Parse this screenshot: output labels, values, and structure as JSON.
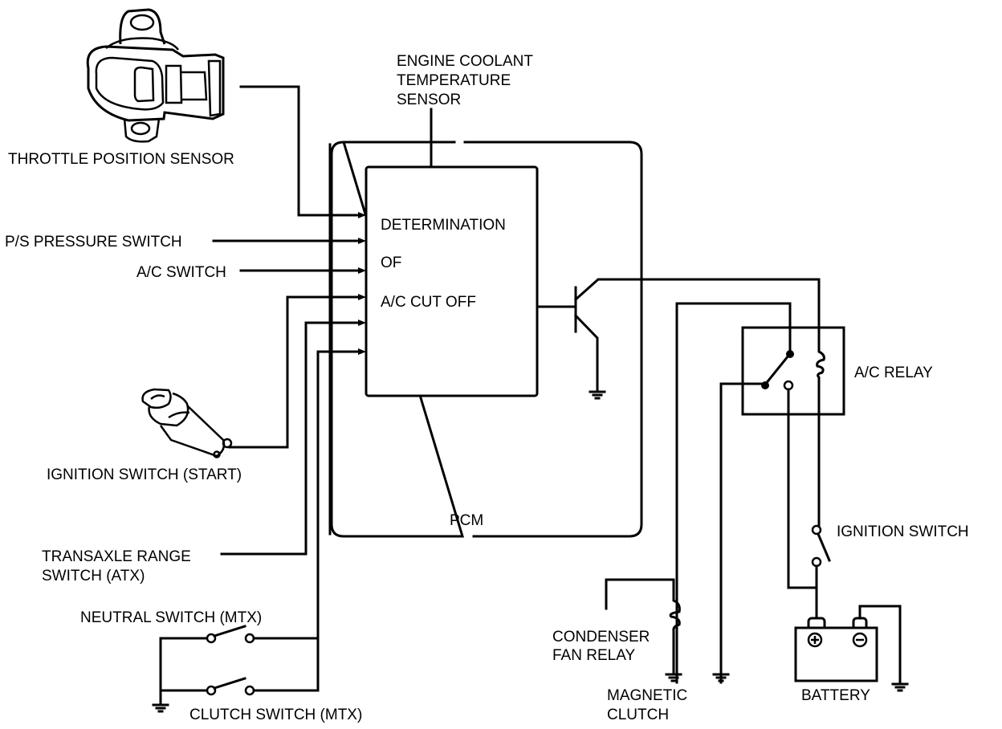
{
  "diagram": {
    "title": "A/C cut-off control circuit",
    "colors": {
      "ink": "#000000",
      "background": "#ffffff"
    },
    "pcm": {
      "label": "PCM",
      "logic_block": {
        "lines": [
          "DETERMINATION",
          "OF",
          "A/C CUT OFF"
        ]
      }
    },
    "inputs": [
      {
        "id": "tps",
        "label": "THROTTLE POSITION SENSOR",
        "icon": "throttle-position-sensor-icon"
      },
      {
        "id": "ps",
        "label": "P/S PRESSURE SWITCH"
      },
      {
        "id": "ac",
        "label": "A/C SWITCH"
      },
      {
        "id": "ign_start",
        "label": "IGNITION SWITCH (START)",
        "icon": "ignition-switch-icon"
      },
      {
        "id": "trs",
        "label_lines": [
          "TRANSAXLE RANGE",
          "SWITCH (ATX)"
        ]
      },
      {
        "id": "neutral",
        "label": "NEUTRAL SWITCH (MTX)"
      },
      {
        "id": "clutch",
        "label": "CLUTCH SWITCH (MTX)"
      },
      {
        "id": "ect",
        "label_lines": [
          "ENGINE COOLANT",
          "TEMPERATURE",
          "SENSOR"
        ]
      }
    ],
    "outputs": [
      {
        "id": "relay",
        "label": "A/C RELAY"
      },
      {
        "id": "ign",
        "label": "IGNITION SWITCH"
      },
      {
        "id": "cfr",
        "label_lines": [
          "CONDENSER",
          "FAN RELAY"
        ]
      },
      {
        "id": "mag",
        "label_lines": [
          "MAGNETIC",
          "CLUTCH"
        ]
      },
      {
        "id": "battery",
        "label": "BATTERY",
        "terminals": [
          "+",
          "-"
        ]
      }
    ],
    "edges": [
      [
        "tps",
        "pcm"
      ],
      [
        "ps",
        "pcm"
      ],
      [
        "ac",
        "pcm"
      ],
      [
        "ign_start",
        "pcm"
      ],
      [
        "trs",
        "pcm"
      ],
      [
        "neutral",
        "pcm"
      ],
      [
        "clutch",
        "pcm"
      ],
      [
        "ect",
        "pcm"
      ],
      [
        "pcm",
        "relay"
      ],
      [
        "relay",
        "mag"
      ],
      [
        "relay",
        "ign"
      ],
      [
        "ign",
        "battery"
      ],
      [
        "cfr",
        "mag"
      ]
    ]
  }
}
